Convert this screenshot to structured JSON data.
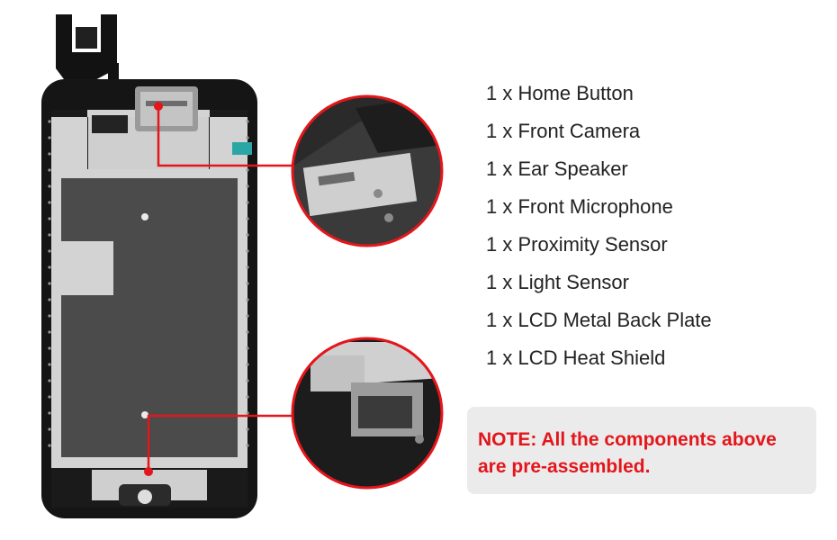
{
  "parts": [
    "1 x Home Button",
    "1 x Front Camera",
    "1 x Ear Speaker",
    "1 x Front Microphone",
    "1 x Proximity Sensor",
    "1 x Light Sensor",
    "1 x LCD Metal Back Plate",
    "1 x LCD Heat Shield"
  ],
  "note": "NOTE: All the components above are pre-assembled.",
  "colors": {
    "accent_red": "#e3161b",
    "phone_frame": "#151515",
    "shield_gray": "#4a4a4a",
    "plate_silver": "#d6d6d6",
    "note_background": "#ebebeb"
  },
  "icons": [
    "top-zoom-magnifier",
    "bottom-zoom-magnifier"
  ]
}
